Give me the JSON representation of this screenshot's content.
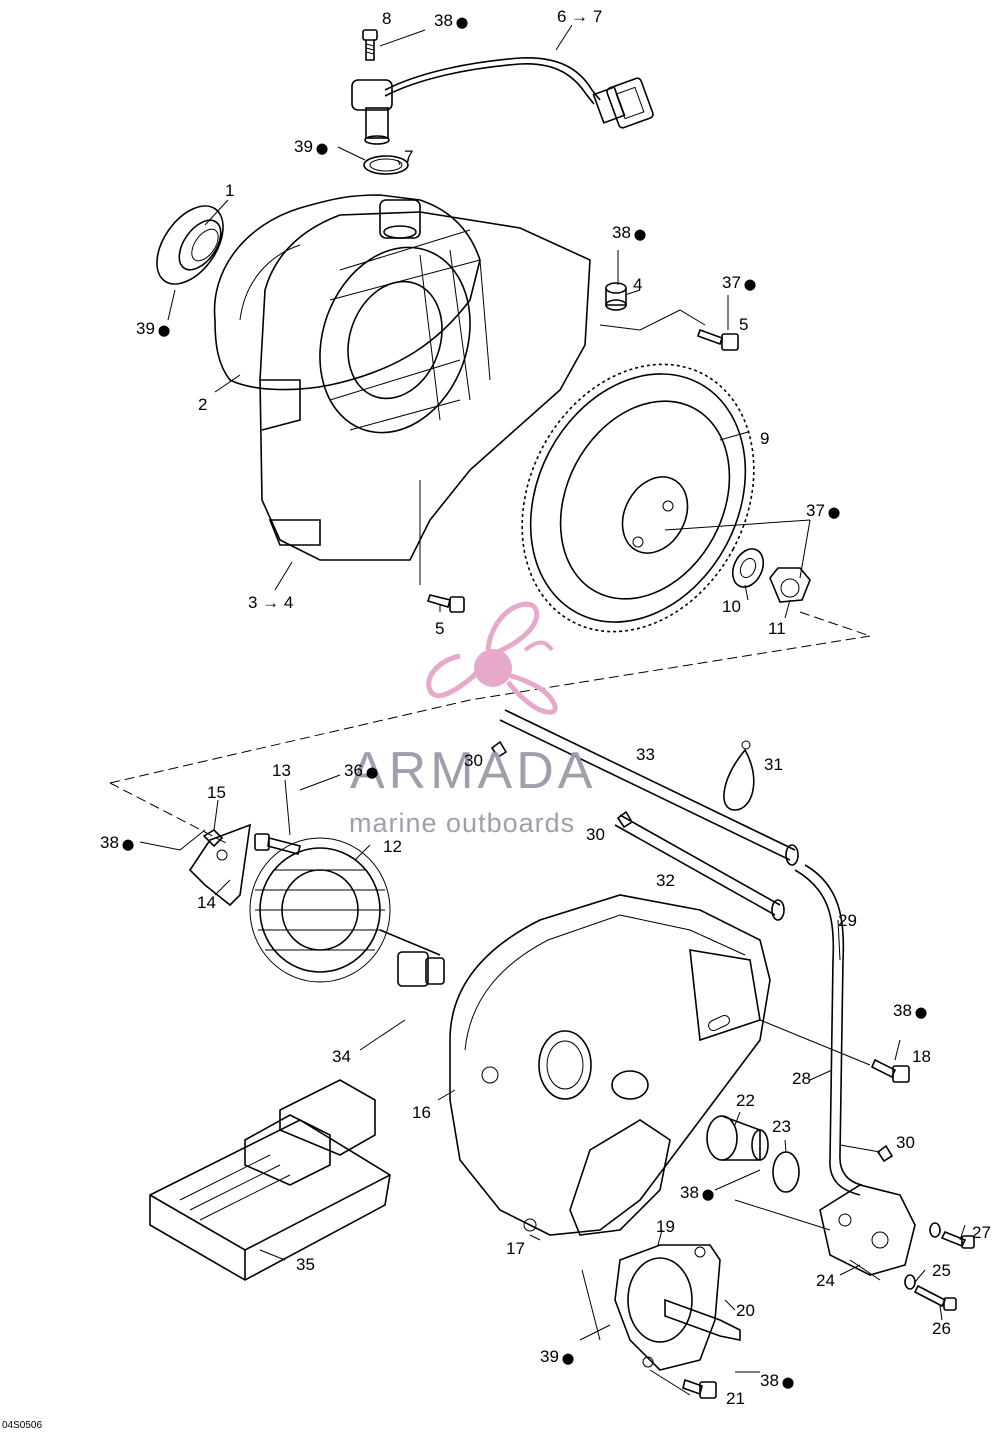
{
  "diagram": {
    "drawing_code": "04S0506",
    "callouts": [
      {
        "id": "c8",
        "text": "8"
      },
      {
        "id": "c38a",
        "text": "38",
        "drop": true
      },
      {
        "id": "c67",
        "text": "6 → 7"
      },
      {
        "id": "c39a",
        "text": "39",
        "drop": true
      },
      {
        "id": "c7",
        "text": "7"
      },
      {
        "id": "c1",
        "text": "1"
      },
      {
        "id": "c39b",
        "text": "39",
        "drop": true
      },
      {
        "id": "c2",
        "text": "2"
      },
      {
        "id": "c38b",
        "text": "38",
        "drop": true
      },
      {
        "id": "c4",
        "text": "4"
      },
      {
        "id": "c37a",
        "text": "37",
        "drop": true
      },
      {
        "id": "c5a",
        "text": "5"
      },
      {
        "id": "c9",
        "text": "9"
      },
      {
        "id": "c37b",
        "text": "37",
        "drop": true
      },
      {
        "id": "c10",
        "text": "10"
      },
      {
        "id": "c11",
        "text": "11"
      },
      {
        "id": "c34a",
        "text": "3 → 4"
      },
      {
        "id": "c5b",
        "text": "5"
      },
      {
        "id": "c33",
        "text": "33"
      },
      {
        "id": "c30a",
        "text": "30"
      },
      {
        "id": "c31",
        "text": "31"
      },
      {
        "id": "c13",
        "text": "13"
      },
      {
        "id": "c36",
        "text": "36",
        "drop": true
      },
      {
        "id": "c15",
        "text": "15"
      },
      {
        "id": "c38c",
        "text": "38",
        "drop": true
      },
      {
        "id": "c12",
        "text": "12"
      },
      {
        "id": "c30b",
        "text": "30"
      },
      {
        "id": "c14",
        "text": "14"
      },
      {
        "id": "c32",
        "text": "32"
      },
      {
        "id": "c29",
        "text": "29"
      },
      {
        "id": "c38d",
        "text": "38",
        "drop": true
      },
      {
        "id": "c18",
        "text": "18"
      },
      {
        "id": "c34",
        "text": "34"
      },
      {
        "id": "c28",
        "text": "28"
      },
      {
        "id": "c16",
        "text": "16"
      },
      {
        "id": "c22",
        "text": "22"
      },
      {
        "id": "c23",
        "text": "23"
      },
      {
        "id": "c30c",
        "text": "30"
      },
      {
        "id": "c38e",
        "text": "38",
        "drop": true
      },
      {
        "id": "c27",
        "text": "27"
      },
      {
        "id": "c17",
        "text": "17"
      },
      {
        "id": "c19",
        "text": "19"
      },
      {
        "id": "c25",
        "text": "25"
      },
      {
        "id": "c24",
        "text": "24"
      },
      {
        "id": "c35",
        "text": "35"
      },
      {
        "id": "c20",
        "text": "20"
      },
      {
        "id": "c26",
        "text": "26"
      },
      {
        "id": "c39c",
        "text": "39",
        "drop": true
      },
      {
        "id": "c38f",
        "text": "38",
        "drop": true
      },
      {
        "id": "c21",
        "text": "21"
      }
    ]
  },
  "watermark": {
    "brand": "ARMADA",
    "tagline": "marine outboards",
    "color": "#a39cab",
    "logo_color": "#e6a9c9",
    "logo_icon": "propeller-icon"
  }
}
